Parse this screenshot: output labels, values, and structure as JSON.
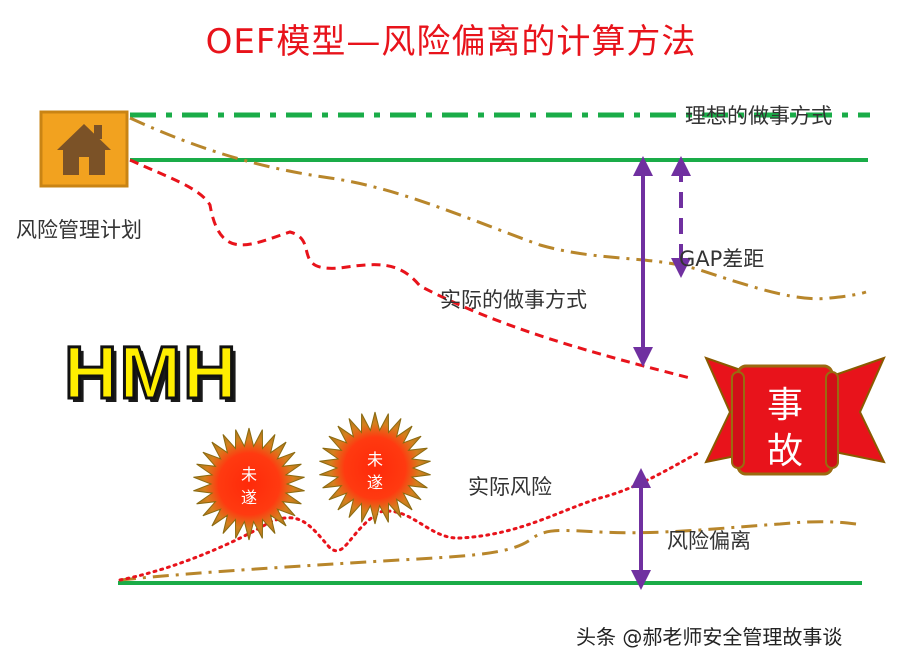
{
  "title": "OEF模型—风险偏离的计算方法",
  "labels": {
    "ideal": "理想的做事方式",
    "plan": "风险管理计划",
    "gap": "GAP差距",
    "actual_way": "实际的做事方式",
    "actual_risk": "实际风险",
    "deviation": "风险偏离"
  },
  "hmh": "HMH",
  "accident": [
    "事",
    "故"
  ],
  "near_miss": [
    "未",
    "遂"
  ],
  "watermark": "头条 @郝老师安全管理故事谈",
  "icons": {
    "plan": "house-icon"
  },
  "colors": {
    "title": "#e8131b",
    "green_line": "#1aac48",
    "purple_arrow": "#7030a0",
    "red_dashed": "#e8131b",
    "brown_dashdot": "#b8862b",
    "hmh_fill": "#ffee00",
    "accident_ribbon": "#e8131b",
    "near_miss_burst": "#b8860b"
  }
}
